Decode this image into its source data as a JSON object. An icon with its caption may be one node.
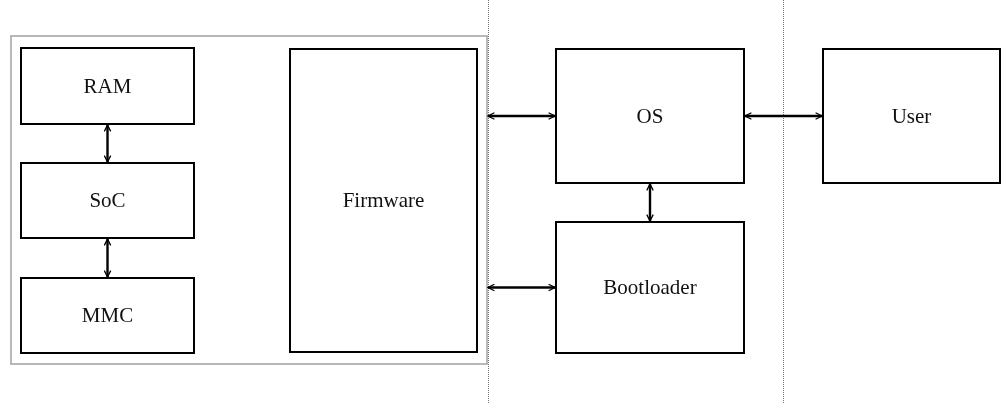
{
  "diagram": {
    "nodes": [
      {
        "text": [],
        "shape": "box"
      },
      {
        "text": [
          "RAM"
        ],
        "in": 0
      },
      {
        "text": [
          "SoC"
        ],
        "in": 0
      },
      {
        "text": [
          "MMC"
        ],
        "in": 0
      },
      {
        "text": [
          "Firmware"
        ],
        "in": 0
      },
      {
        "text": [
          "OS"
        ]
      },
      {
        "text": [
          "Bootloader"
        ]
      },
      {
        "text": [
          "User"
        ]
      }
    ],
    "edges": [
      {
        "from": 1,
        "to": 2,
        "arrow": "both"
      },
      {
        "from": 2,
        "to": 3,
        "arrow": "both"
      },
      {
        "from": 0,
        "to": 5,
        "arrow": "both"
      },
      {
        "from": 0,
        "to": 6,
        "arrow": "both"
      },
      {
        "from": 5,
        "to": 6,
        "arrow": "both"
      },
      {
        "from": 5,
        "to": 7,
        "arrow": "both"
      }
    ]
  }
}
